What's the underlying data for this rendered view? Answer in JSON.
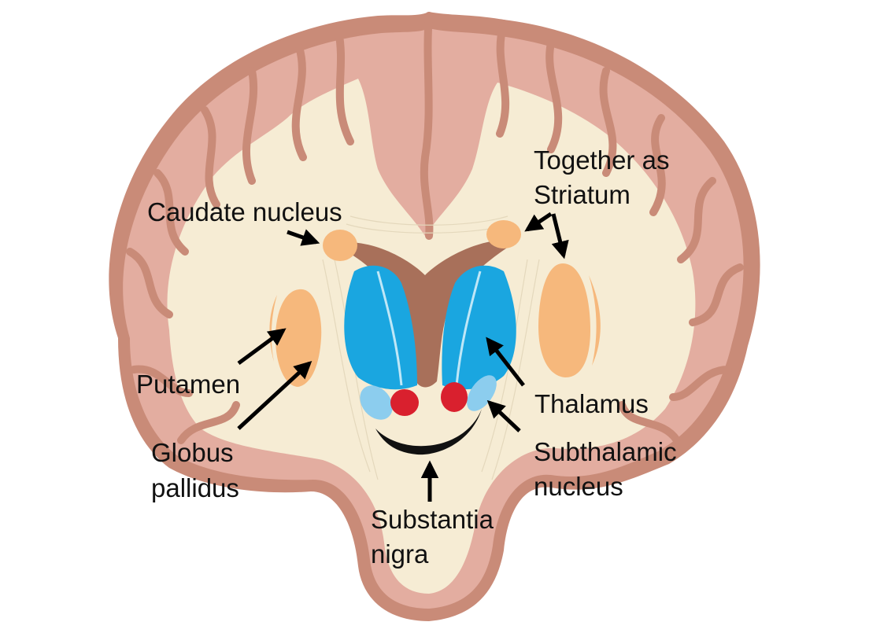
{
  "labels": {
    "caudate": "Caudate nucleus",
    "striatum_line1": "Together as",
    "striatum_line2": "Striatum",
    "putamen": "Putamen",
    "globus_line1": "Globus",
    "globus_line2": "pallidus",
    "thalamus": "Thalamus",
    "subthalamic_line1": "Subthalamic",
    "subthalamic_line2": "nucleus",
    "substantia_line1": "Substantia",
    "substantia_line2": "nigra"
  },
  "colors": {
    "cortex_outer": "#c98b78",
    "cortex_gyri": "#e3ada0",
    "white_matter": "#f6ecd4",
    "ventricle": "#a8705a",
    "caudate_putamen": "#f6b87c",
    "thalamus": "#1aa6e0",
    "subthalamic": "#8ccdee",
    "red_nucleus": "#d9202e",
    "substantia_nigra": "#111111",
    "arrow": "#000000"
  }
}
